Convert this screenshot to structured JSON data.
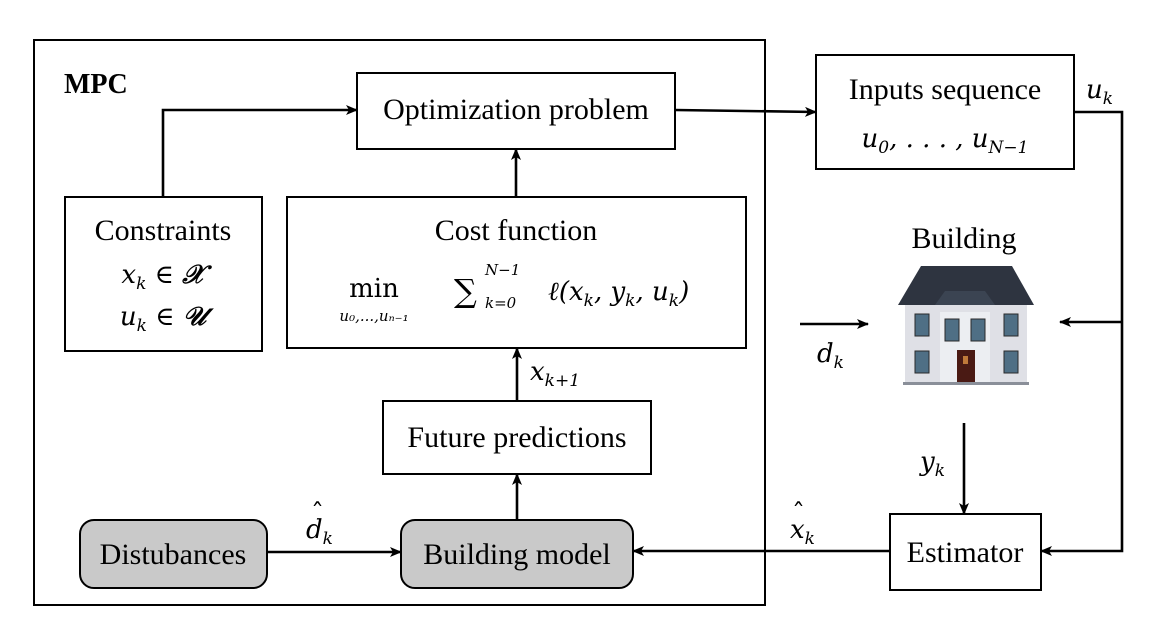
{
  "mpc": {
    "title": "MPC"
  },
  "optimization": {
    "label": "Optimization problem"
  },
  "inputs": {
    "title": "Inputs sequence",
    "seq_u0": "u",
    "seq_sub0": "0",
    "seq_dots": ", . . . , u",
    "seq_subN": "N−1"
  },
  "uk_label": {
    "u": "u",
    "sub": "k"
  },
  "constraints": {
    "title": "Constraints",
    "line1": {
      "var": "x",
      "sub": "k",
      "rel": " ∈ ",
      "set": "𝒳"
    },
    "line2": {
      "var": "u",
      "sub": "k",
      "rel": " ∈ ",
      "set": "𝒰"
    }
  },
  "cost": {
    "title": "Cost function",
    "min": "min",
    "min_under": "u₀,...,uₙ₋₁",
    "sum": "∑",
    "sum_upper": "N−1",
    "sum_lower": "k=0",
    "ell": "ℓ(x",
    "ell_sub1": "k",
    "ell_mid": ", y",
    "ell_sub2": "k",
    "ell_mid2": ", u",
    "ell_sub3": "k",
    "ell_end": ")"
  },
  "xk1_label": {
    "x": "x",
    "sub": "k+1"
  },
  "future": {
    "label": "Future predictions"
  },
  "disturbances": {
    "label": "Distubances"
  },
  "dhat_label": {
    "d": "d",
    "hat": "ˆ",
    "sub": "k"
  },
  "building_model": {
    "label": "Building model"
  },
  "building": {
    "title": "Building"
  },
  "dk_label": {
    "d": "d",
    "sub": "k"
  },
  "yk_label": {
    "y": "y",
    "sub": "k"
  },
  "xhat_label": {
    "x": "x",
    "hat": "ˆ",
    "sub": "k"
  },
  "estimator": {
    "label": "Estimator"
  },
  "colors": {
    "grey_box": "#c9c9c9",
    "roof": "#2e3440",
    "wall": "#dfe0e6",
    "door": "#4a1a14",
    "window": "#4f6f85"
  }
}
